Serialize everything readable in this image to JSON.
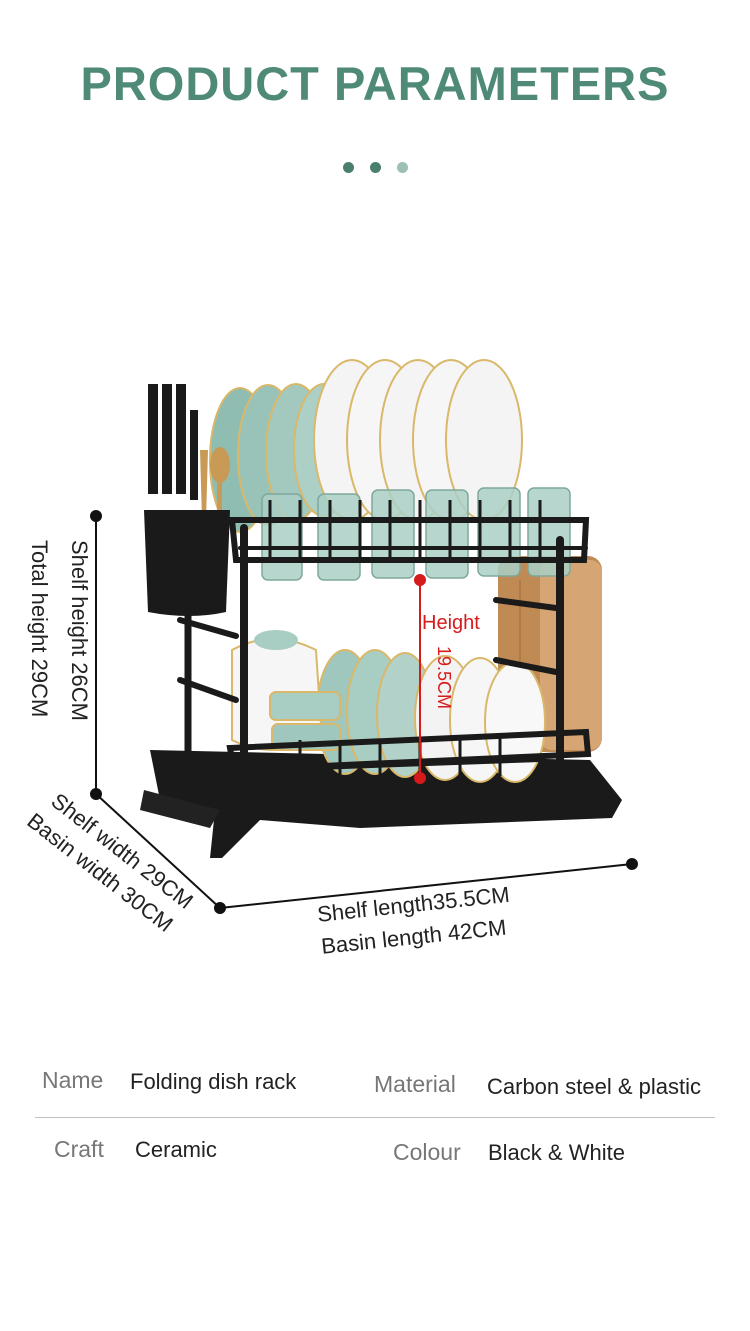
{
  "header": {
    "title": "PRODUCT PARAMETERS"
  },
  "dimensions": {
    "shelf_height": "Shelf height 26CM",
    "total_height": "Total height 29CM",
    "shelf_width": "Shelf width 29CM",
    "basin_width": "Basin width 30CM",
    "shelf_length": "Shelf length35.5CM",
    "basin_length": "Basin length 42CM",
    "inner_height_label": "Height",
    "inner_height_value": "19.5CM"
  },
  "params": {
    "name_label": "Name",
    "name_value": "Folding dish rack",
    "material_label": "Material",
    "material_value": "Carbon steel & plastic",
    "craft_label": "Craft",
    "craft_value": "Ceramic",
    "colour_label": "Colour",
    "colour_value": "Black & White"
  },
  "colors": {
    "accent": "#4f8a78",
    "dot_dark": "#4a7f6d",
    "dot_light": "#9cc0b2",
    "measure_red": "#d51b1b",
    "rack_black": "#1a1a1a"
  }
}
